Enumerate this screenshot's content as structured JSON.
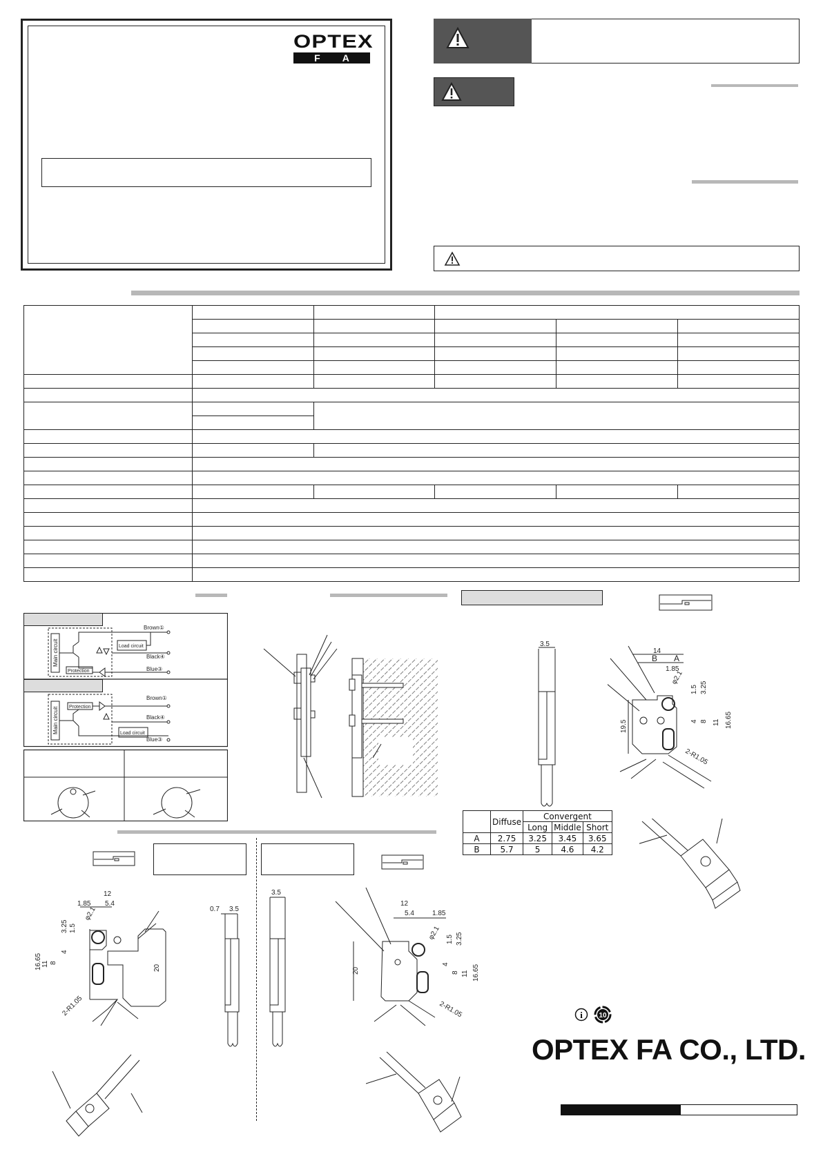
{
  "brand": {
    "logo_top": "OPTEX",
    "logo_bottom": [
      "F",
      "A"
    ],
    "company": "OPTEX FA CO., LTD."
  },
  "circuit_labels": {
    "main_circuit": "Main circuit",
    "load_circuit": "Load circuit",
    "protection": "Protection",
    "wire_brown": "Brown①",
    "wire_black": "Black④",
    "wire_blue": "Blue③"
  },
  "offset_table": {
    "header_diffuse": "Diffuse",
    "header_convergent": "Convergent",
    "sub_headers": [
      "Long",
      "Middle",
      "Short"
    ],
    "rows": [
      {
        "label": "A",
        "values": [
          "2.75",
          "3.25",
          "3.45",
          "3.65"
        ]
      },
      {
        "label": "B",
        "values": [
          "5.7",
          "5",
          "4.6",
          "4.2"
        ]
      }
    ]
  },
  "dims": {
    "right_top": [
      "14",
      "B",
      "A",
      "1.85",
      "φ2.1",
      "1.5",
      "3.25",
      "4",
      "8",
      "11",
      "16.65",
      "19.5",
      "2-R1.05"
    ],
    "side_top": "3.5",
    "left_bottom": [
      "12",
      "1.85",
      "5.4",
      "3.25",
      "1.5",
      "φ2.1",
      "4",
      "8",
      "11",
      "16.65",
      "20",
      "2-R1.05"
    ],
    "side_left_bottom": [
      "0.7",
      "3.5"
    ],
    "side_mid_bottom": "3.5",
    "mid_bottom": [
      "12",
      "5.4",
      "1.85",
      "φ2.1",
      "1.5",
      "3.25",
      "4",
      "8",
      "11",
      "16.65",
      "20",
      "2-R1.05"
    ]
  },
  "icons": {
    "warning": "warning-triangle-icon",
    "caution": "caution-triangle-icon",
    "info": "info-icon",
    "recycle": "recycle-10-icon"
  },
  "recycle_number": "10",
  "info_glyph": "i",
  "colors": {
    "label_grey": "#555555",
    "bar_grey": "#b8b8b8"
  }
}
